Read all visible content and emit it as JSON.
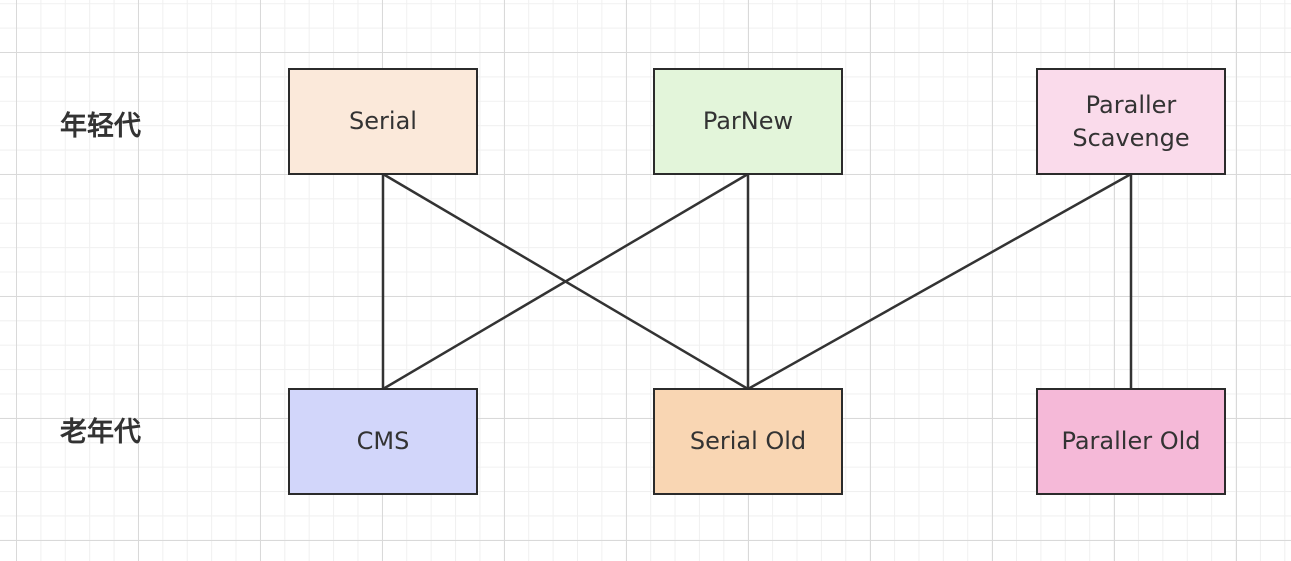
{
  "labels": {
    "young_gen": "年轻代",
    "old_gen": "老年代"
  },
  "nodes": {
    "serial": {
      "label": "Serial",
      "color": "#fbe9da"
    },
    "parnew": {
      "label": "ParNew",
      "color": "#e3f5da"
    },
    "parallel_scavenge": {
      "label": "Paraller\nScavenge",
      "color": "#fadbeb"
    },
    "cms": {
      "label": "CMS",
      "color": "#d2d6fa"
    },
    "serial_old": {
      "label": "Serial Old",
      "color": "#f9d6b3"
    },
    "parallel_old": {
      "label": "Paraller Old",
      "color": "#f5b9d8"
    }
  },
  "edges": [
    {
      "from": "serial",
      "to": "cms"
    },
    {
      "from": "serial",
      "to": "serial_old"
    },
    {
      "from": "parnew",
      "to": "cms"
    },
    {
      "from": "parnew",
      "to": "serial_old"
    },
    {
      "from": "parallel_scavenge",
      "to": "serial_old"
    },
    {
      "from": "parallel_scavenge",
      "to": "parallel_old"
    }
  ],
  "colors": {
    "stroke": "#333333",
    "text": "#333333"
  }
}
